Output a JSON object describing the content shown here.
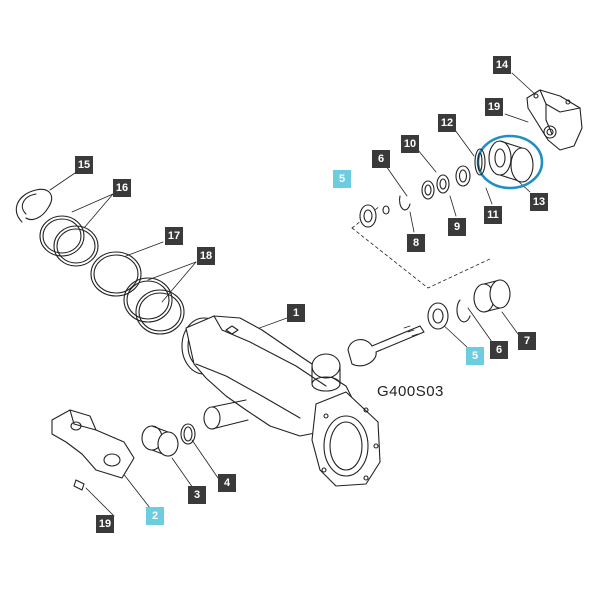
{
  "drawing_code": "G400S03",
  "colors": {
    "callout_bg": "#3a3a3a",
    "callout_highlight_bg": "#6ccde0",
    "highlight_ring": "#1f8fc4",
    "line": "#222222"
  },
  "callouts": [
    {
      "id": "c14",
      "label": "14",
      "highlight": false
    },
    {
      "id": "c19a",
      "label": "19",
      "highlight": false
    },
    {
      "id": "c12",
      "label": "12",
      "highlight": false
    },
    {
      "id": "c10",
      "label": "10",
      "highlight": false
    },
    {
      "id": "c6a",
      "label": "6",
      "highlight": false
    },
    {
      "id": "c5a",
      "label": "5",
      "highlight": true
    },
    {
      "id": "c13",
      "label": "13",
      "highlight": false
    },
    {
      "id": "c11",
      "label": "11",
      "highlight": false
    },
    {
      "id": "c9",
      "label": "9",
      "highlight": false
    },
    {
      "id": "c8",
      "label": "8",
      "highlight": false
    },
    {
      "id": "c15",
      "label": "15",
      "highlight": false
    },
    {
      "id": "c16",
      "label": "16",
      "highlight": false
    },
    {
      "id": "c17",
      "label": "17",
      "highlight": false
    },
    {
      "id": "c18",
      "label": "18",
      "highlight": false
    },
    {
      "id": "c1",
      "label": "1",
      "highlight": false
    },
    {
      "id": "c7",
      "label": "7",
      "highlight": false
    },
    {
      "id": "c6b",
      "label": "6",
      "highlight": false
    },
    {
      "id": "c5b",
      "label": "5",
      "highlight": true
    },
    {
      "id": "c4",
      "label": "4",
      "highlight": false
    },
    {
      "id": "c3",
      "label": "3",
      "highlight": false
    },
    {
      "id": "c2",
      "label": "2",
      "highlight": true
    },
    {
      "id": "c19b",
      "label": "19",
      "highlight": false
    }
  ]
}
